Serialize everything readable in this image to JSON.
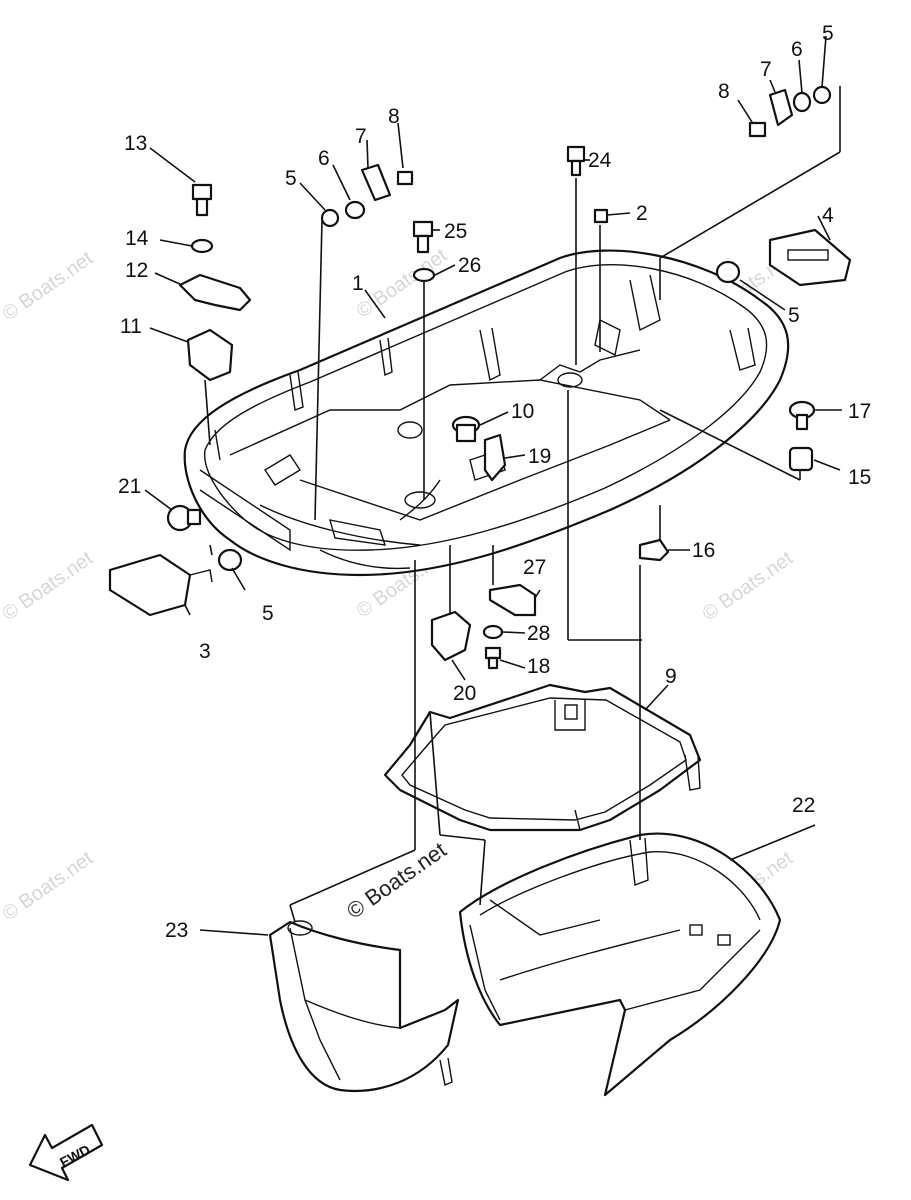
{
  "watermark": {
    "text": "© Boats.net",
    "center_text": "© Boats.net"
  },
  "fwd": {
    "label": "FWD"
  },
  "labels": {
    "l1": "1",
    "l2": "2",
    "l3": "3",
    "l4": "4",
    "l5a": "5",
    "l5b": "5",
    "l5c": "5",
    "l5d": "5",
    "l6a": "6",
    "l6b": "6",
    "l7a": "7",
    "l7b": "7",
    "l8a": "8",
    "l8b": "8",
    "l9": "9",
    "l10": "10",
    "l11": "11",
    "l12": "12",
    "l13": "13",
    "l14": "14",
    "l15": "15",
    "l16": "16",
    "l17": "17",
    "l18": "18",
    "l19": "19",
    "l20": "20",
    "l21": "21",
    "l22": "22",
    "l23": "23",
    "l24": "24",
    "l25": "25",
    "l26": "26",
    "l27": "27",
    "l28": "28"
  }
}
